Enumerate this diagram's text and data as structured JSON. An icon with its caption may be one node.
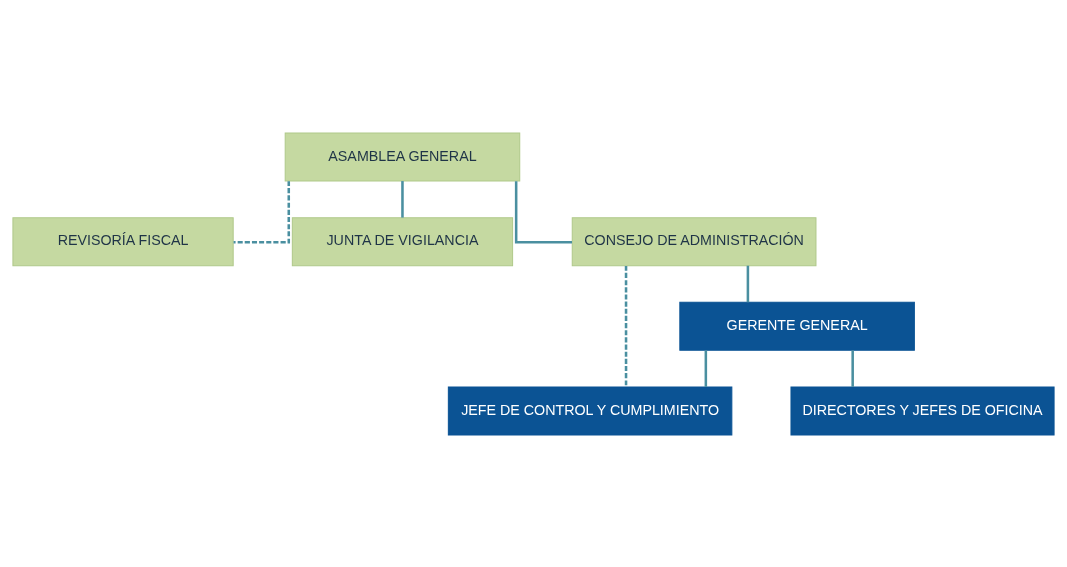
{
  "diagram": {
    "nodes": [
      {
        "text": [
          "ASAMBLEA GENERAL"
        ]
      },
      {
        "text": [
          "REVISORÍA FISCAL"
        ]
      },
      {
        "text": [
          "JUNTA DE VIGILANCIA"
        ]
      },
      {
        "text": [
          "CONSEJO DE ADMINISTRACIÓN"
        ]
      },
      {
        "text": [
          "GERENTE GENERAL"
        ]
      },
      {
        "text": [
          "JEFE DE CONTROL Y CUMPLIMIENTO"
        ]
      },
      {
        "text": [
          "DIRECTORES Y JEFES DE OFICINA"
        ]
      }
    ],
    "edges": [
      {
        "from": 0,
        "to": 1,
        "arrow": "none",
        "style": "dashed"
      },
      {
        "from": 0,
        "to": 2,
        "arrow": "none"
      },
      {
        "from": 0,
        "to": 3,
        "arrow": "none"
      },
      {
        "from": 3,
        "to": 5,
        "arrow": "none",
        "style": "dashed"
      },
      {
        "from": 3,
        "to": 4,
        "arrow": "none"
      },
      {
        "from": 4,
        "to": 5,
        "arrow": "none"
      },
      {
        "from": 4,
        "to": 6,
        "arrow": "none"
      }
    ]
  }
}
